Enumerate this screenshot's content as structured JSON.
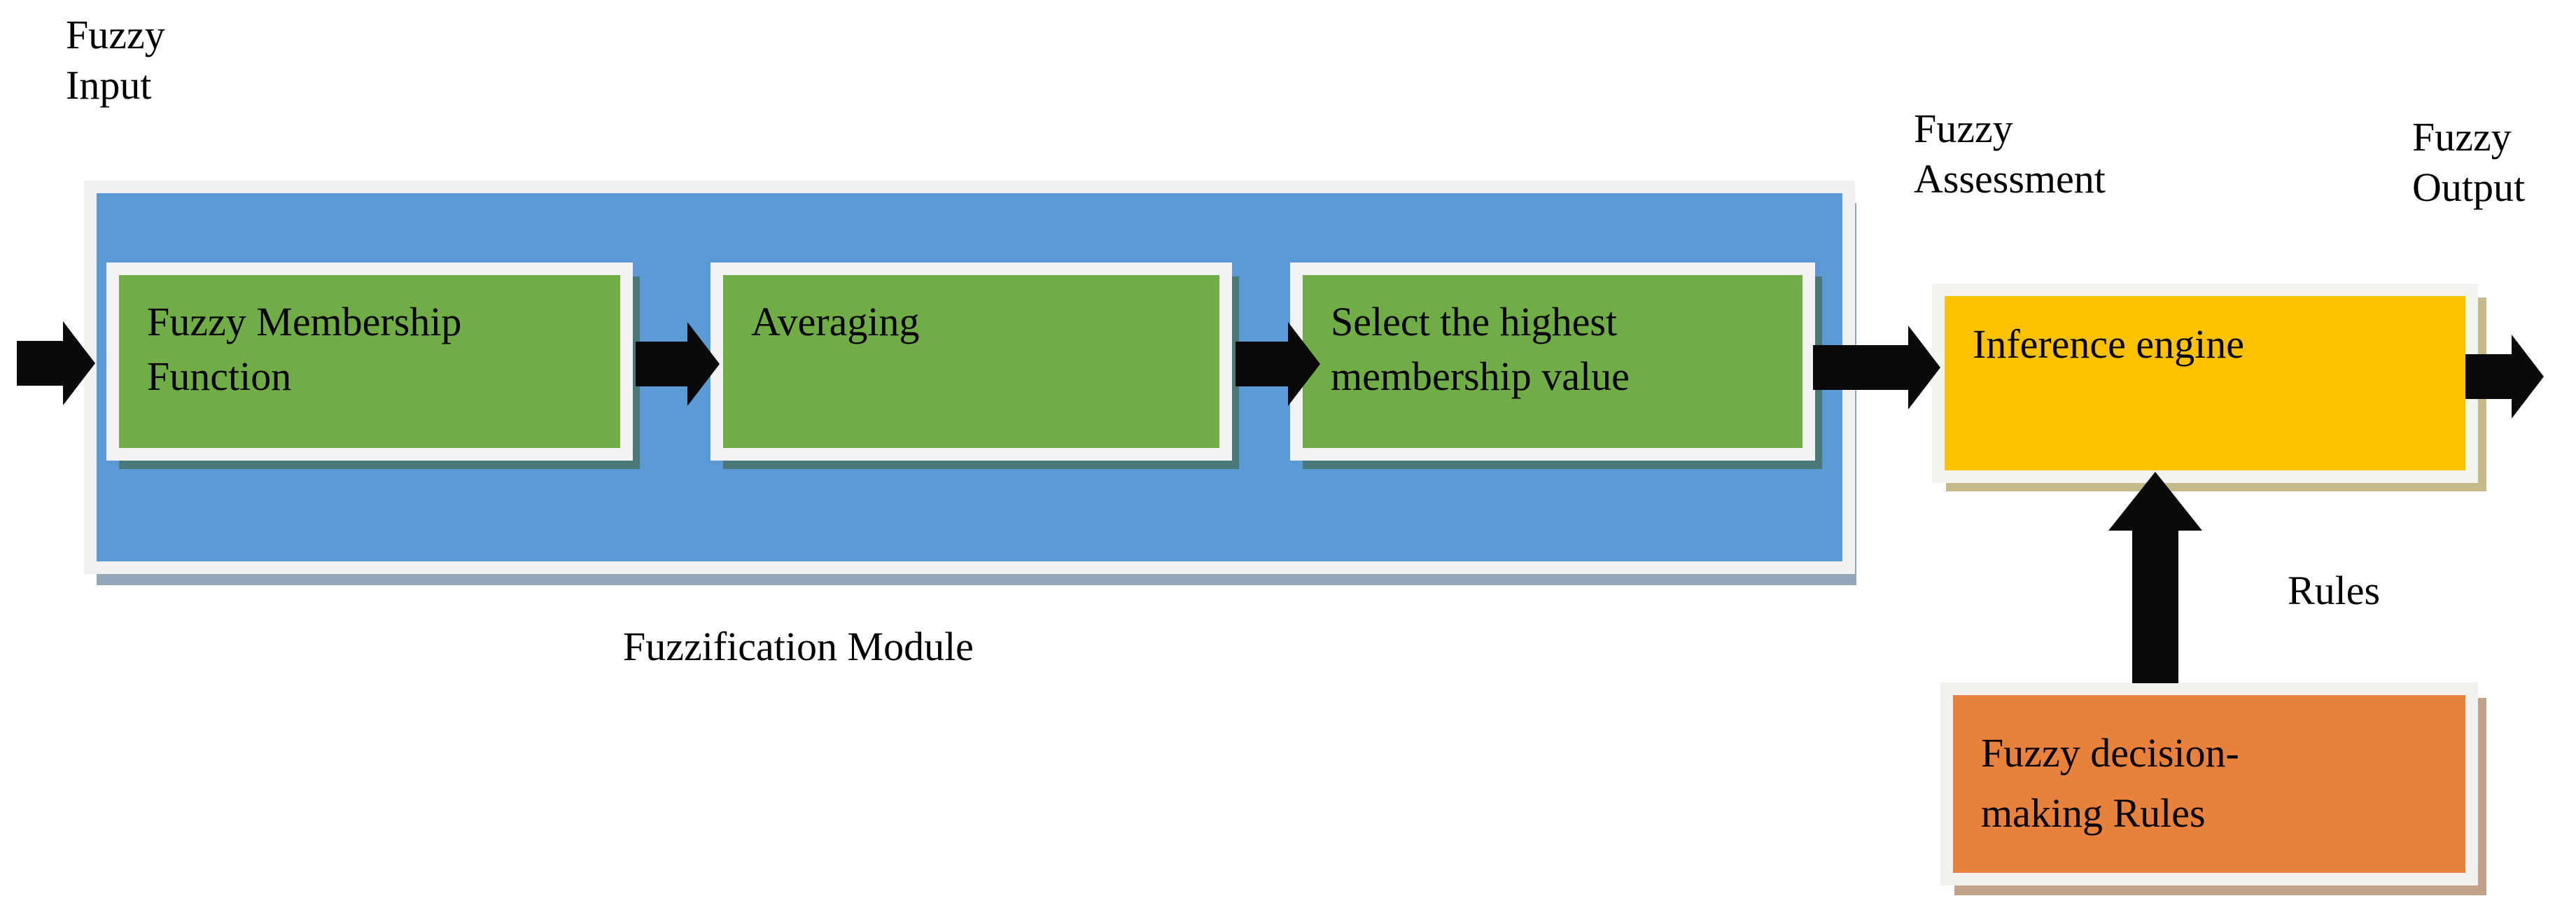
{
  "figure": {
    "external_labels": {
      "fuzzy_input": "Fuzzy\nInput",
      "fuzzy_assessment": "Fuzzy\nAssessment",
      "fuzzy_output": "Fuzzy\nOutput",
      "rules": "Rules",
      "fuzzification_module": "Fuzzification Module"
    },
    "module_steps": [
      {
        "label": "Fuzzy Membership\nFunction"
      },
      {
        "label": "Averaging"
      },
      {
        "label": "Select the highest\nmembership value"
      }
    ],
    "inference_engine_label": "Inference engine",
    "rules_box_label": "Fuzzy decision-\nmaking Rules"
  },
  "colors": {
    "background": "#ffffff",
    "module_fill": "#5b9bd5",
    "step_fill": "#70ad47",
    "inference_fill": "#fec100",
    "rules_fill": "#e8813c",
    "frame": "#f2f2f2",
    "arrow": "#0a0a0a",
    "module_shadow": "#93a7bb",
    "step_shadow": "#4a7878",
    "inference_shadow": "#c6ba8b",
    "rules_shadow": "#c3a28c",
    "text": "#000000"
  }
}
